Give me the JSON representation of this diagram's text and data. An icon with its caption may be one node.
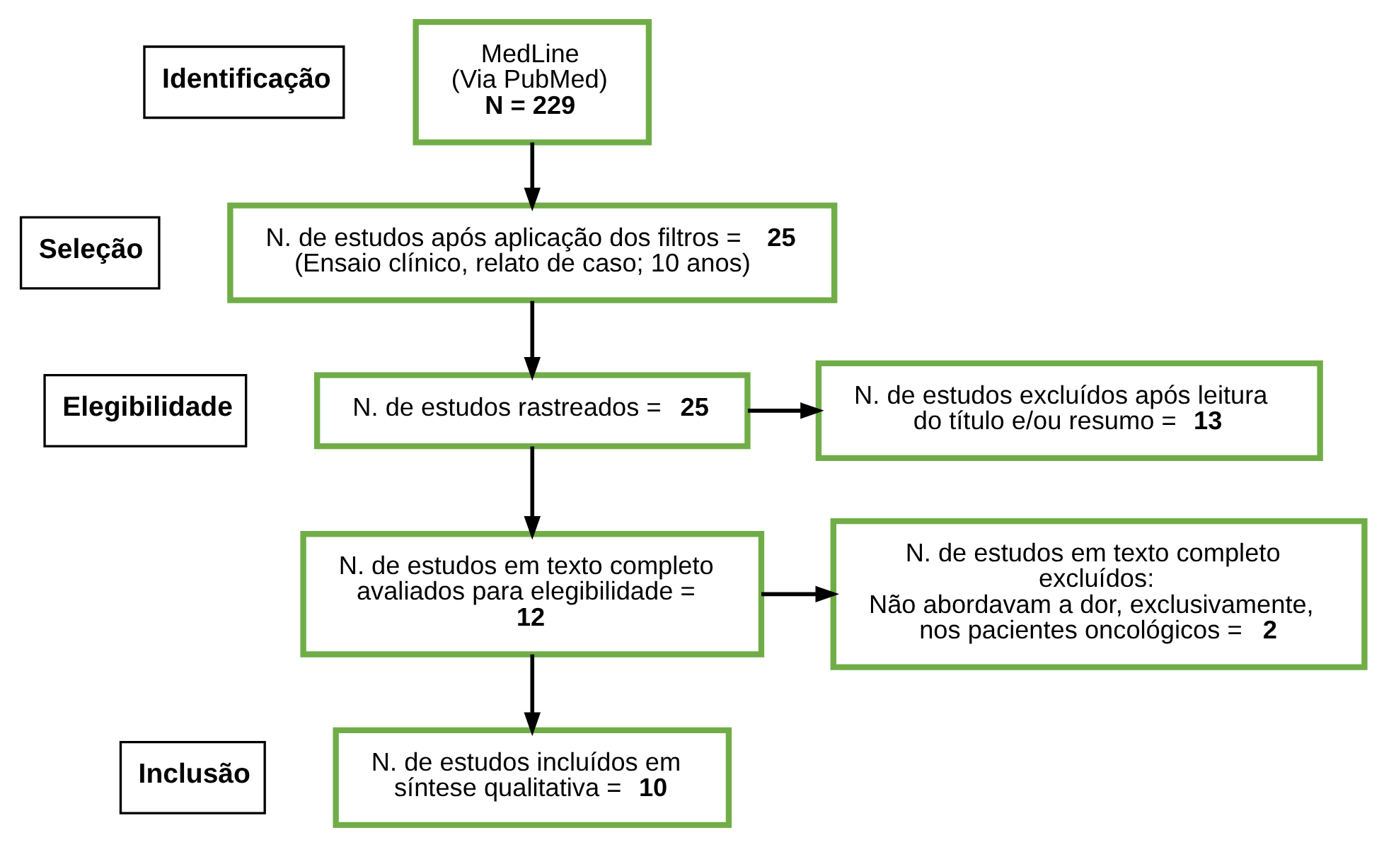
{
  "diagram": {
    "nodes": [
      {
        "text": [
          "Identificação"
        ]
      },
      {
        "text": [
          "Seleção"
        ]
      },
      {
        "text": [
          "Elegibilidade"
        ]
      },
      {
        "text": [
          "Inclusão"
        ]
      },
      {
        "text": [
          "MedLine",
          "(Via PubMed)",
          "**N = 229**"
        ]
      },
      {
        "text": [
          "N. de estudos após aplicação dos filtros = **25**",
          "(Ensaio clínico, relato de caso; 10 anos)"
        ]
      },
      {
        "text": [
          "N. de estudos rastreados = **25**"
        ]
      },
      {
        "text": [
          "N. de estudos excluídos após leitura do título e/ou resumo = **13**"
        ]
      },
      {
        "text": [
          "N. de estudos em texto completo avaliados para elegibilidade = **12**"
        ]
      },
      {
        "text": [
          "N. de estudos em texto completo excluídos:",
          "Não abordavam a dor, exclusivamente, nos pacientes oncológicos = **2**"
        ]
      },
      {
        "text": [
          "N. de estudos incluídos em síntese qualitativa = **10**"
        ]
      }
    ],
    "edges": [
      {
        "from": 4,
        "to": 5,
        "arrow": "to"
      },
      {
        "from": 5,
        "to": 6,
        "arrow": "to"
      },
      {
        "from": 6,
        "to": 7,
        "arrow": "to"
      },
      {
        "from": 6,
        "to": 8,
        "arrow": "to"
      },
      {
        "from": 8,
        "to": 9,
        "arrow": "to"
      },
      {
        "from": 8,
        "to": 10,
        "arrow": "to"
      }
    ]
  }
}
